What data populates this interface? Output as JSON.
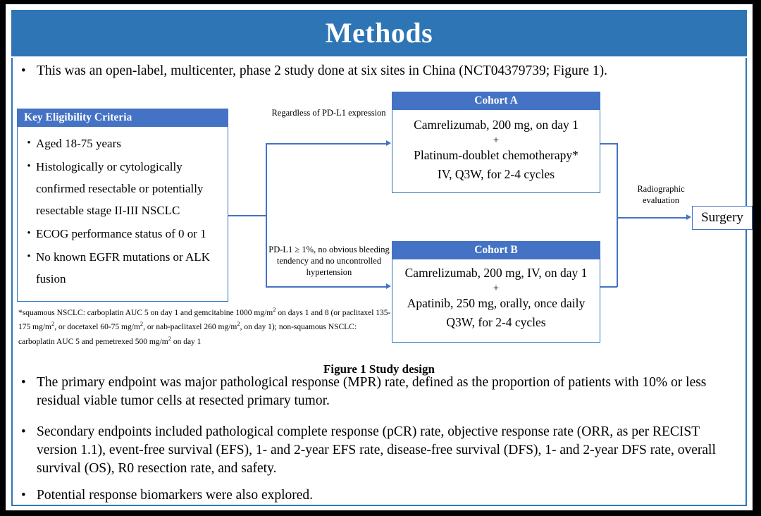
{
  "slide": {
    "title": "Methods",
    "title_bar_color": "#2E75B6",
    "box_header_color": "#4472C4",
    "connector_color": "#4472C4"
  },
  "intro_bullet": {
    "marker": "•",
    "text": "This was an open-label, multicenter, phase 2 study done at six sites in China (NCT04379739; Figure 1)."
  },
  "figure": {
    "caption": "Figure 1 Study design",
    "eligibility": {
      "header": "Key  Eligibility Criteria",
      "marker": "•",
      "items": [
        "Aged 18-75 years",
        "Histologically or cytologically confirmed resectable or potentially resectable stage II-III  NSCLC",
        "ECOG performance status of 0 or 1",
        "No known EGFR mutations or ALK fusion"
      ]
    },
    "footnote": {
      "line1_a": "*squamous NSCLC: carboplatin AUC 5 on day 1 and gemcitabine 1000 mg/m",
      "line1_sup": "2",
      "line1_b": " on days 1 and 8 (or paclitaxel  135-175  mg/m",
      "line2_sup": "2",
      "line2_b": ", or docetaxel 60-75 mg/m",
      "line3_sup": "2",
      "line3_b": ", or nab-paclitaxel 260 mg/m",
      "line4_sup": "2",
      "line4_b": ", on day 1); non-squamous NSCLC: carboplatin AUC 5 and pemetrexed 500 mg/m",
      "line5_sup": "2",
      "line5_b": " on day 1"
    },
    "cohort_a": {
      "header": "Cohort A",
      "line1": "Camrelizumab, 200 mg, on day 1",
      "plus": "+",
      "line2": "Platinum-doublet chemotherapy*",
      "line3": "IV, Q3W, for 2-4 cycles"
    },
    "cohort_b": {
      "header": "Cohort B",
      "line1": "Camrelizumab, 200 mg, IV, on day 1",
      "plus": "+",
      "line2": "Apatinib, 250 mg, orally, once daily",
      "line3": "Q3W, for 2-4 cycles"
    },
    "labels": {
      "regardless": "Regardless  of PD-L1 expression",
      "pdl1": "PD-L1 ≥ 1%, no obvious bleeding tendency  and no uncontrolled  hypertension",
      "radiographic": "Radiographic evaluation"
    },
    "surgery": {
      "label": "Surgery"
    }
  },
  "endpoint_bullets": [
    {
      "marker": "•",
      "text": "The primary endpoint was major pathological response (MPR) rate, defined as the proportion of patients with 10% or less residual viable tumor cells at resected primary tumor."
    },
    {
      "marker": "•",
      "text": "Secondary endpoints included pathological complete response (pCR) rate, objective response rate (ORR, as per RECIST version 1.1), event-free survival (EFS), 1- and 2-year EFS rate, disease-free survival (DFS), 1- and 2-year DFS rate, overall survival (OS), R0 resection rate, and safety."
    },
    {
      "marker": "•",
      "text": "Potential response biomarkers were also explored."
    }
  ]
}
